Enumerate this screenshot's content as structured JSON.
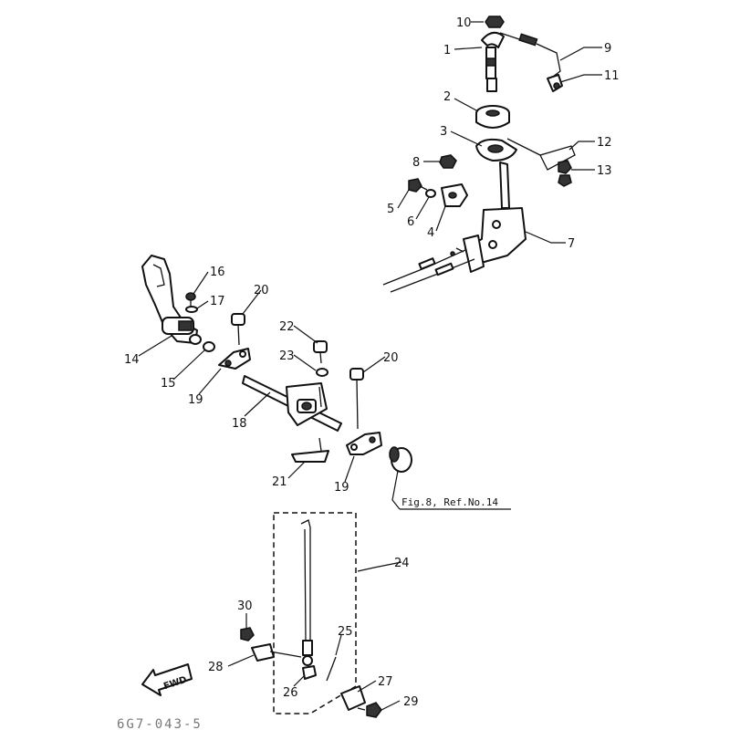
{
  "callouts": [
    {
      "id": "c10",
      "text": "10"
    },
    {
      "id": "c1",
      "text": "1"
    },
    {
      "id": "c9",
      "text": "9"
    },
    {
      "id": "c11",
      "text": "11"
    },
    {
      "id": "c2",
      "text": "2"
    },
    {
      "id": "c3",
      "text": "3"
    },
    {
      "id": "c12",
      "text": "12"
    },
    {
      "id": "c8",
      "text": "8"
    },
    {
      "id": "c13",
      "text": "13"
    },
    {
      "id": "c5",
      "text": "5"
    },
    {
      "id": "c6",
      "text": "6"
    },
    {
      "id": "c4",
      "text": "4"
    },
    {
      "id": "c7",
      "text": "7"
    },
    {
      "id": "c16",
      "text": "16"
    },
    {
      "id": "c17",
      "text": "17"
    },
    {
      "id": "c20a",
      "text": "20"
    },
    {
      "id": "c14",
      "text": "14"
    },
    {
      "id": "c22",
      "text": "22"
    },
    {
      "id": "c23",
      "text": "23"
    },
    {
      "id": "c20b",
      "text": "20"
    },
    {
      "id": "c15",
      "text": "15"
    },
    {
      "id": "c19a",
      "text": "19"
    },
    {
      "id": "c18",
      "text": "18"
    },
    {
      "id": "c21",
      "text": "21"
    },
    {
      "id": "c19b",
      "text": "19"
    },
    {
      "id": "c24",
      "text": "24"
    },
    {
      "id": "c30",
      "text": "30"
    },
    {
      "id": "c25",
      "text": "25"
    },
    {
      "id": "c28",
      "text": "28"
    },
    {
      "id": "c27",
      "text": "27"
    },
    {
      "id": "c26",
      "text": "26"
    },
    {
      "id": "c29",
      "text": "29"
    }
  ],
  "reference_note": "Fig.8, Ref.No.14",
  "fwd_label": "FWD",
  "drawing_code": "6G7-043-5"
}
